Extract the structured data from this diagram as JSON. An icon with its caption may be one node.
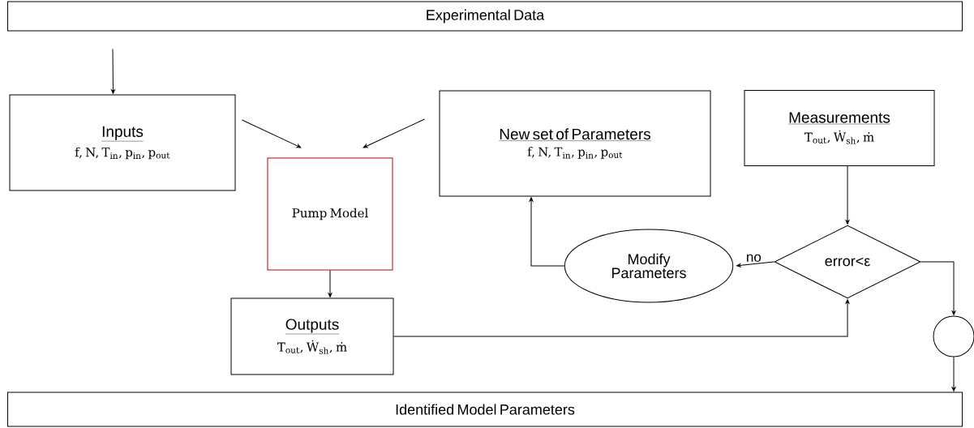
{
  "diagram": {
    "nodes": [
      {
        "text": [
          "Experimental Data"
        ]
      },
      {
        "text": [
          "Inputs",
          "f, N, T$_{in}$, p$_{in}$, p$_{out}$"
        ]
      },
      {
        "text": [
          "Pump Model"
        ]
      },
      {
        "text": [
          "New set of Parameters",
          "f, N, T$_{in}$, p$_{in}$, p$_{out}$"
        ]
      },
      {
        "text": [
          "Measurements",
          "T$_{out}$, Ẇ$_{sh}$, ṁ"
        ]
      },
      {
        "text": [
          "Modify Parameters"
        ]
      },
      {
        "text": [
          "error<ε"
        ]
      },
      {
        "text": [
          "Outputs",
          "T$_{out}$, Ẇ$_{sh}$, ṁ"
        ]
      },
      {
        "text": [],
        "shape": "circle"
      },
      {
        "text": [
          "Identified Model Parameters"
        ]
      }
    ],
    "edges": [
      {
        "from": 0,
        "to": 1,
        "arrow": "to"
      },
      {
        "from": 1,
        "to": 2,
        "arrow": "to"
      },
      {
        "from": 3,
        "to": 2,
        "arrow": "to"
      },
      {
        "from": 2,
        "to": 7,
        "arrow": "to"
      },
      {
        "from": 4,
        "to": 6,
        "arrow": "to"
      },
      {
        "from": 6,
        "to": 5,
        "arrow": "to",
        "label": "no"
      },
      {
        "from": 5,
        "to": 3,
        "arrow": "to"
      },
      {
        "from": 7,
        "to": 6,
        "arrow": "to"
      },
      {
        "from": 6,
        "to": 8,
        "arrow": "to"
      },
      {
        "from": 8,
        "to": 9,
        "arrow": "to"
      }
    ]
  }
}
